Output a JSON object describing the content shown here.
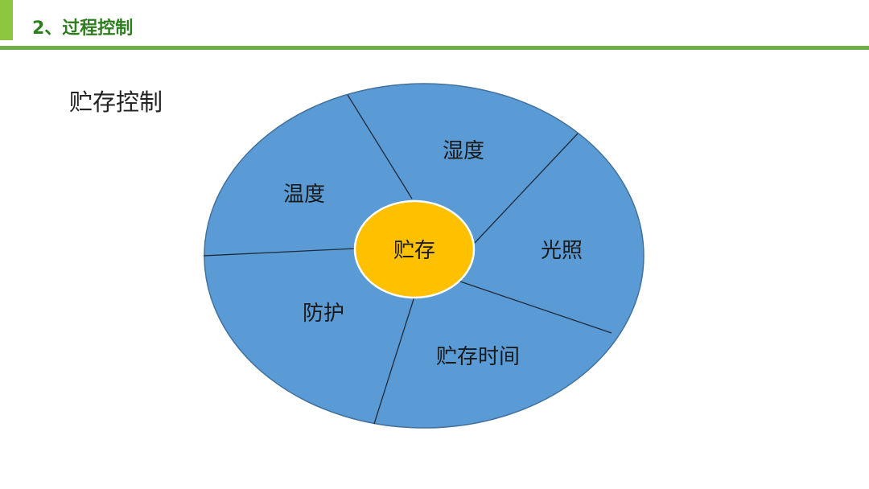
{
  "header": {
    "title": "2、过程控制",
    "accent_color": "#8dc63f",
    "rule_color": "#70ad47"
  },
  "subtitle": "贮存控制",
  "diagram": {
    "center_label": "贮存",
    "segments": [
      "湿度",
      "光照",
      "贮存时间",
      "防护",
      "温度"
    ],
    "outer_color": "#5b9bd5",
    "center_color": "#ffc000"
  }
}
